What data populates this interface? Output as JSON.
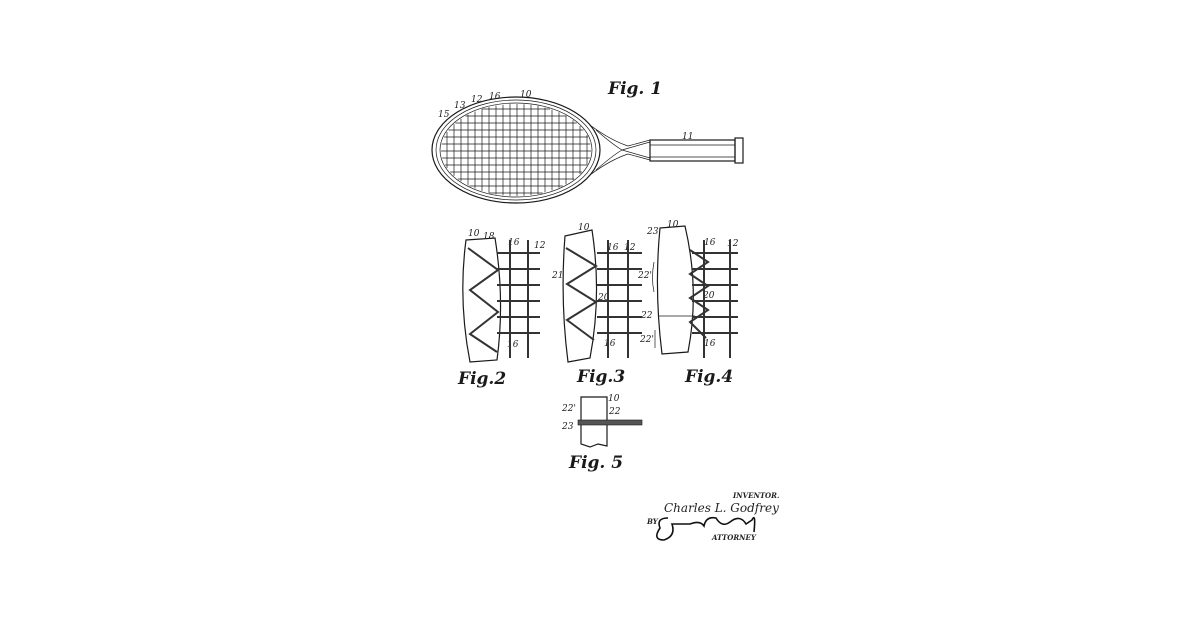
{
  "figures": {
    "fig1": {
      "caption": "Fig. 1",
      "refs": [
        "15",
        "13",
        "12",
        "16",
        "10",
        "11"
      ]
    },
    "fig2": {
      "caption": "Fig.2",
      "refs": [
        "10",
        "18",
        "16",
        "12",
        "16"
      ]
    },
    "fig3": {
      "caption": "Fig.3",
      "refs": [
        "10",
        "16",
        "12",
        "21",
        "20",
        "16"
      ]
    },
    "fig4": {
      "caption": "Fig.4",
      "refs": [
        "23",
        "10",
        "16",
        "12",
        "22'",
        "20",
        "22",
        "22'",
        "16"
      ]
    },
    "fig5": {
      "caption": "Fig. 5",
      "refs": [
        "10",
        "22'",
        "22",
        "23"
      ]
    }
  },
  "signature_block": {
    "inventor_label": "INVENTOR.",
    "inventor_name": "Charles L. Godfrey",
    "by_label": "BY",
    "attorney_label": "ATTORNEY"
  }
}
